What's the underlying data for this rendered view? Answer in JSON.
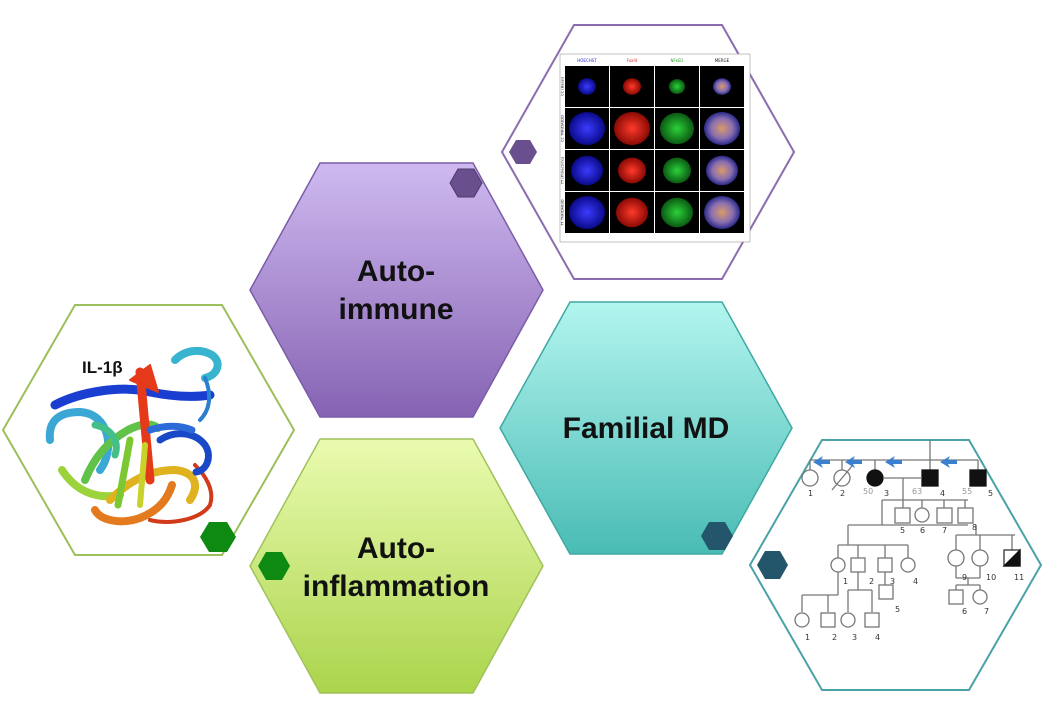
{
  "center_hexagons": {
    "autoimmune": {
      "line1": "Auto-",
      "line2": "immune",
      "fill_top": "#c7b0e6",
      "fill_bottom": "#8a67b6",
      "marker_color": "#6a4f8f"
    },
    "autoinflammation": {
      "line1": "Auto-",
      "line2": "inflammation",
      "fill_top": "#e6f8a8",
      "fill_bottom": "#b2d954",
      "marker_color": "#0e8a12"
    },
    "familial_md": {
      "label": "Familial MD",
      "fill_top": "#a9f0ea",
      "fill_bottom": "#4fc2bb",
      "marker_color": "#23566a"
    }
  },
  "image_hexagons": {
    "protein": {
      "label": "IL-1β",
      "border_color": "#9bbf5a",
      "marker_color": "#0e8a12"
    },
    "microscopy": {
      "border_color": "#8c6bb0",
      "marker_color": "#6a4f8f",
      "column_headers": [
        "HOECHST",
        "FoxI4",
        "NFκB1",
        "MERGE"
      ],
      "row_labels": [
        "CC (Basal)",
        "CC TNF/DAB3D",
        "TT (Prolactimo)",
        "TT TNF/DAB3D"
      ]
    },
    "pedigree": {
      "border_color": "#4aa2a6",
      "marker_color": "#23566a",
      "ages": [
        "50",
        "63",
        "55"
      ],
      "gen1_numbers": [
        "1",
        "2",
        "3",
        "4",
        "5"
      ],
      "gen2_numbers": [
        "5",
        "6",
        "7",
        "8"
      ],
      "gen3_left_numbers": [
        "1",
        "2",
        "3",
        "4",
        "5"
      ],
      "gen3_right_numbers": [
        "9",
        "10",
        "11"
      ],
      "gen4_left_numbers": [
        "1",
        "2",
        "3",
        "4"
      ],
      "gen4_right_numbers": [
        "6",
        "7"
      ]
    }
  }
}
